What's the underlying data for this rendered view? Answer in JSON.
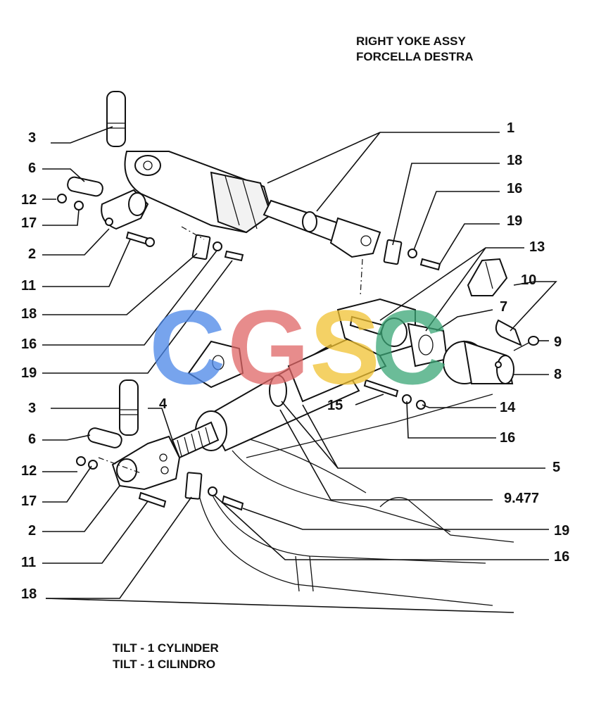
{
  "header": {
    "title_line1": "RIGHT YOKE ASSY",
    "title_line2": "FORCELLA DESTRA"
  },
  "footer": {
    "caption_line1": "TILT - 1 CYLINDER",
    "caption_line2": "TILT - 1 CILINDRO"
  },
  "watermark": {
    "letters": [
      {
        "char": "C",
        "color": "#4a86e8"
      },
      {
        "char": "G",
        "color": "#e06666"
      },
      {
        "char": "S",
        "color": "#f1c232"
      },
      {
        "char": "C",
        "color": "#3aa676"
      }
    ]
  },
  "callouts": {
    "top_3": "3",
    "top_6": "6",
    "top_12": "12",
    "top_17": "17",
    "top_2": "2",
    "top_11": "11",
    "left_18": "18",
    "left_16": "16",
    "left_19": "19",
    "bot_3": "3",
    "bot_4": "4",
    "bot_6": "6",
    "bot_12": "12",
    "bot_17": "17",
    "bot_2": "2",
    "bot_11": "11",
    "bot_18": "18",
    "r_1": "1",
    "r_18": "18",
    "r_16": "16",
    "r_19": "19",
    "r_13": "13",
    "r_10": "10",
    "r_7": "7",
    "r_9": "9",
    "r_8": "8",
    "r_15": "15",
    "r_14": "14",
    "r_16b": "16",
    "r_5": "5",
    "r_9477": "9.477",
    "r_19b": "19",
    "r_16c": "16"
  }
}
